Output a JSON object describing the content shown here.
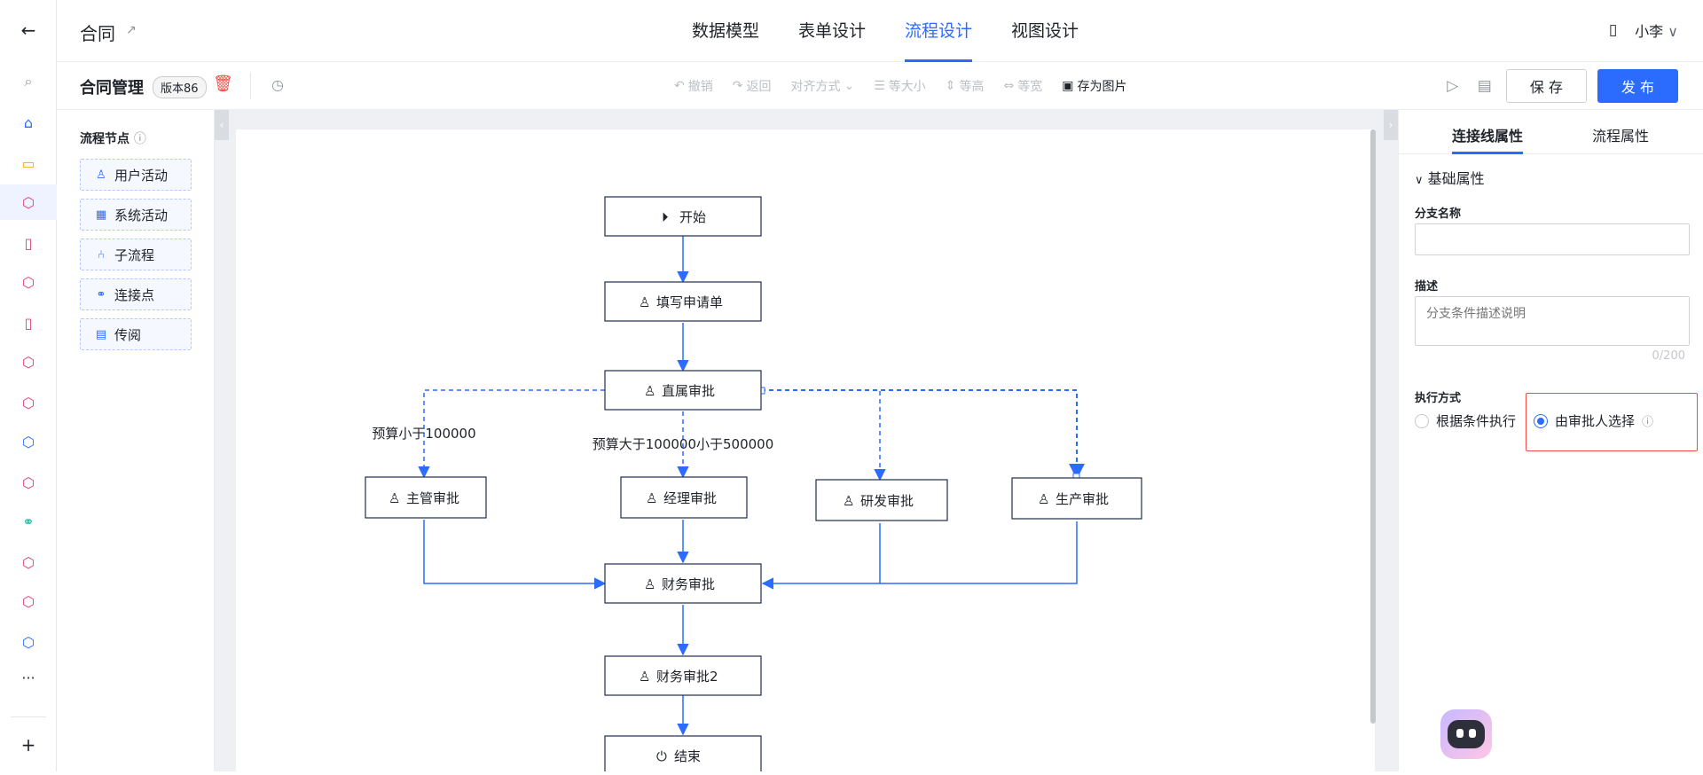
{
  "app": {
    "title": "合同"
  },
  "tabs": [
    {
      "label": "数据模型"
    },
    {
      "label": "表单设计"
    },
    {
      "label": "流程设计",
      "active": true
    },
    {
      "label": "视图设计"
    }
  ],
  "user": {
    "name": "小李"
  },
  "toolbar": {
    "process_name": "合同管理",
    "version": "版本86",
    "undo": "撤销",
    "redo": "返回",
    "align": "对齐方式",
    "same_size": "等大小",
    "same_height": "等高",
    "same_width": "等宽",
    "save_image": "存为图片",
    "save": "保 存",
    "publish": "发 布"
  },
  "node_panel": {
    "title": "流程节点",
    "items": [
      {
        "label": "用户活动",
        "icon": "user-icon"
      },
      {
        "label": "系统活动",
        "icon": "grid-icon"
      },
      {
        "label": "子流程",
        "icon": "subflow-icon"
      },
      {
        "label": "连接点",
        "icon": "link-icon"
      },
      {
        "label": "传阅",
        "icon": "circulate-icon"
      }
    ]
  },
  "flow": {
    "nodes": {
      "start": "开始",
      "fill": "填写申请单",
      "direct": "直属审批",
      "supervisor": "主管审批",
      "manager": "经理审批",
      "rd": "研发审批",
      "production": "生产审批",
      "finance": "财务审批",
      "finance2": "财务审批2",
      "end": "结束"
    },
    "edge_labels": {
      "lt100k": "预算小于100000",
      "range": "预算大于100000小于500000"
    }
  },
  "props": {
    "tab_line": "连接线属性",
    "tab_process": "流程属性",
    "section": "基础属性",
    "branch_name_label": "分支名称",
    "branch_name_value": "",
    "desc_label": "描述",
    "desc_placeholder": "分支条件描述说明",
    "desc_counter": "0/200",
    "exec_label": "执行方式",
    "option_condition": "根据条件执行",
    "option_approver": "由审批人选择"
  },
  "colors": {
    "accent": "#2b6cff",
    "danger": "#f54a45"
  }
}
